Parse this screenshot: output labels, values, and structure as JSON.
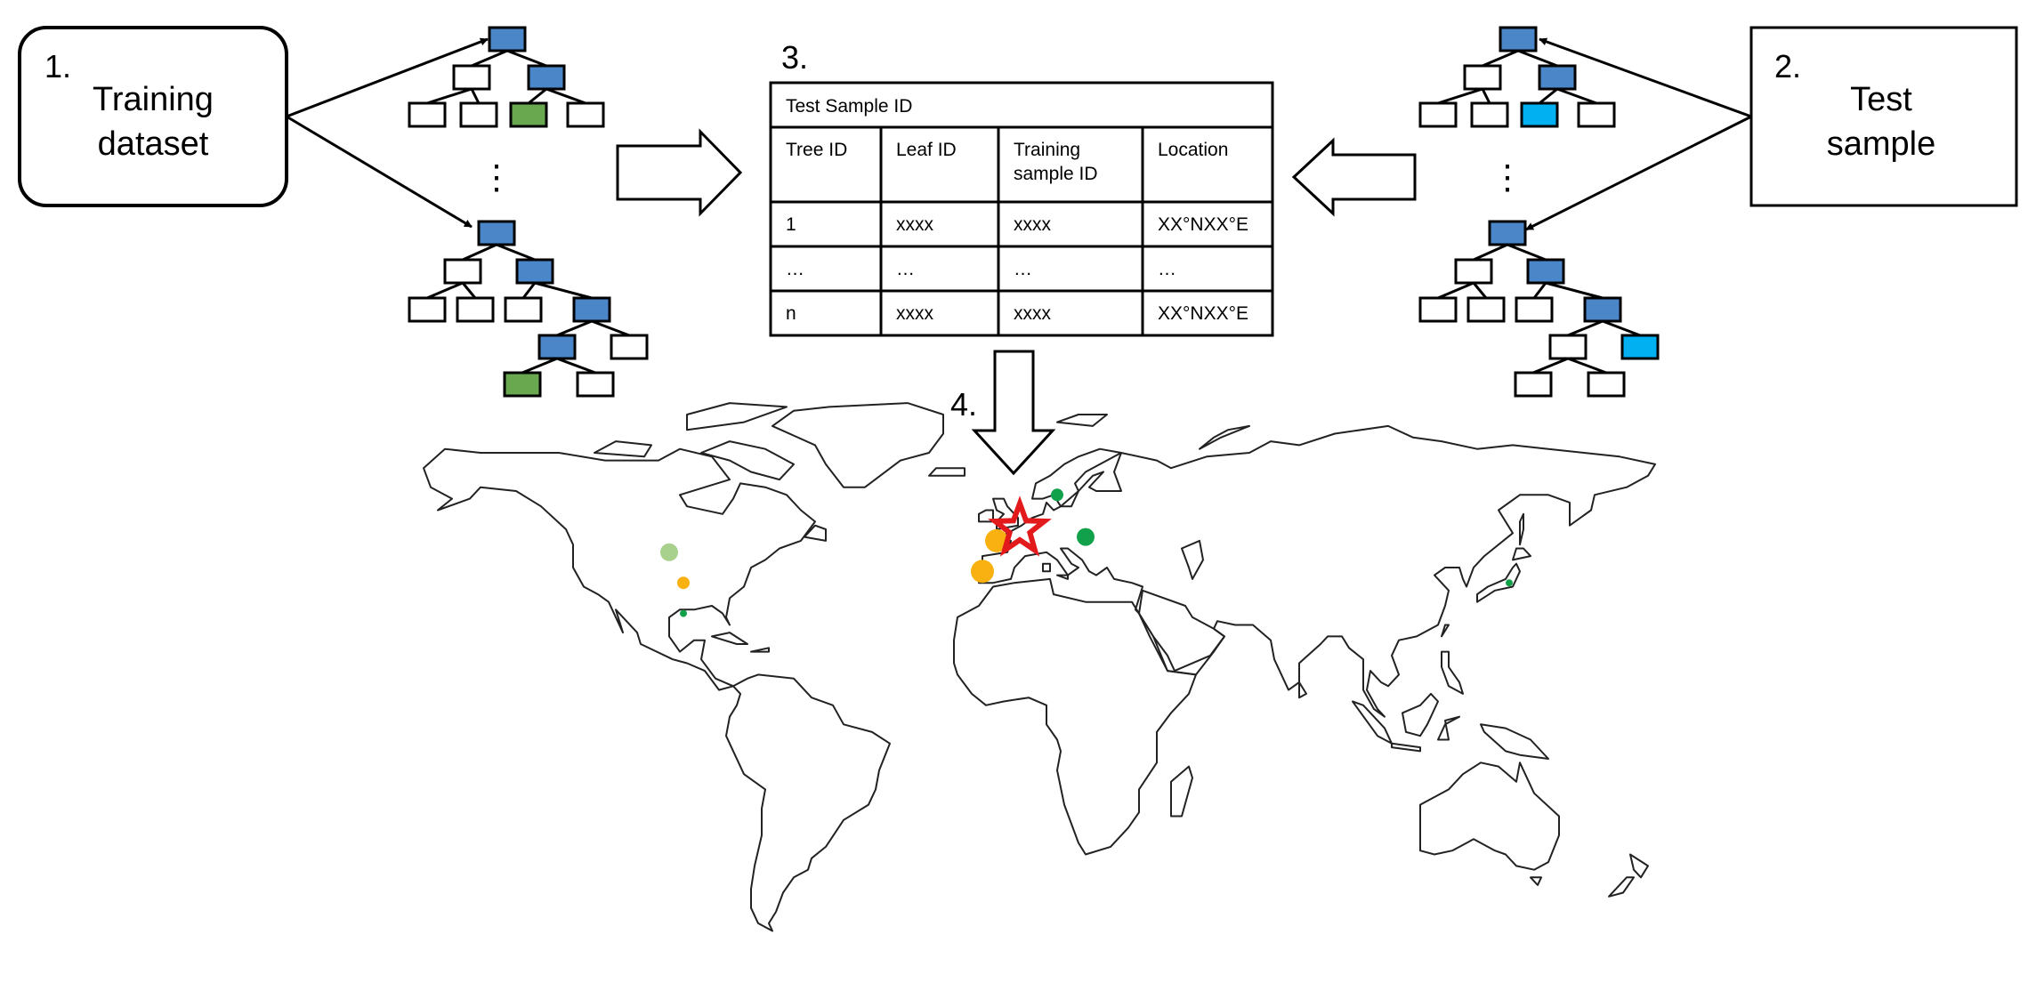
{
  "steps": {
    "training": {
      "number": "1.",
      "line1": "Training",
      "line2": "dataset"
    },
    "test": {
      "number": "2.",
      "line1": "Test",
      "line2": "sample"
    },
    "table": {
      "number": "3."
    },
    "map": {
      "number": "4."
    }
  },
  "ellipsis": "⋮",
  "table": {
    "title": "Test Sample ID",
    "headers": [
      "Tree ID",
      "Leaf ID",
      "Training\nsample ID",
      "Location"
    ],
    "rows": [
      [
        "1",
        "xxxx",
        "xxxx",
        "XX°NXX°E"
      ],
      [
        "…",
        "…",
        "…",
        "…"
      ],
      [
        "n",
        "xxxx",
        "xxxx",
        "XX°NXX°E"
      ]
    ]
  },
  "colors": {
    "internal_node": "#4a86c8",
    "training_leaf": "#6aa84f",
    "test_leaf": "#00b0f0",
    "empty_leaf": "#ffffff",
    "star": "#e31a1c",
    "dot_green": "#12a14b",
    "dot_lightgreen": "#a9d18e",
    "dot_orange": "#f9b111"
  },
  "map_points": [
    {
      "lat": 59,
      "lon": 12,
      "size": "small",
      "color": "green"
    },
    {
      "lat": 48,
      "lon": 20,
      "size": "medium",
      "color": "green"
    },
    {
      "lat": 47,
      "lon": -5,
      "size": "large",
      "color": "orange"
    },
    {
      "lat": 39,
      "lon": -9,
      "size": "large",
      "color": "orange"
    },
    {
      "lat": 44,
      "lon": -97,
      "size": "medium",
      "color": "lightgreen"
    },
    {
      "lat": 36,
      "lon": -93,
      "size": "small",
      "color": "orange"
    },
    {
      "lat": 28,
      "lon": -93,
      "size": "tiny",
      "color": "green"
    },
    {
      "lat": 36,
      "lon": 139,
      "size": "tiny",
      "color": "green"
    }
  ],
  "predicted_location": {
    "lat": 50,
    "lon": 1.5,
    "icon": "star-icon"
  }
}
